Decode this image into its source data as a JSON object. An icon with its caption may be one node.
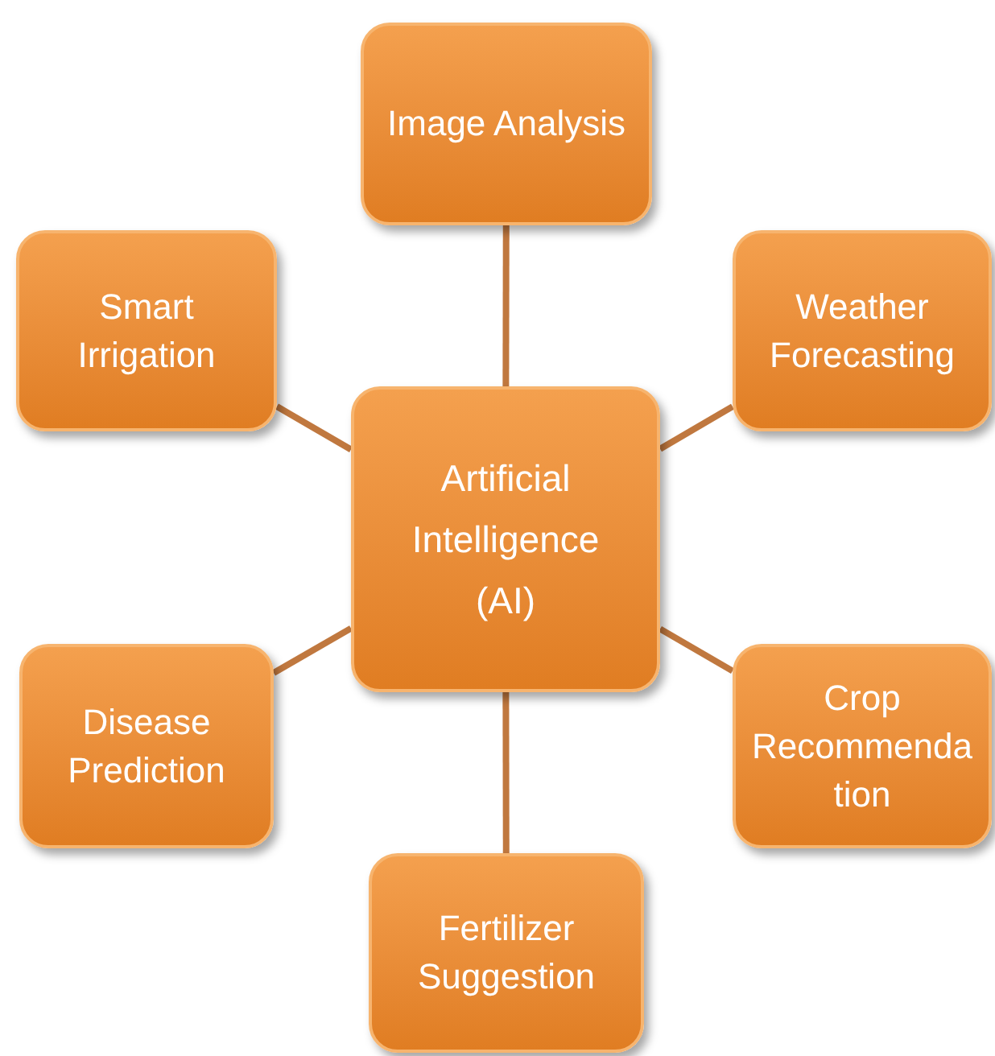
{
  "diagram": {
    "nodes": [
      {
        "text": [
          "Artificial Intelligence (AI)"
        ]
      },
      {
        "text": [
          "Image Analysis"
        ]
      },
      {
        "text": [
          "Smart Irrigation"
        ]
      },
      {
        "text": [
          "Weather Forecasting"
        ]
      },
      {
        "text": [
          "Disease Prediction"
        ]
      },
      {
        "text": [
          "Crop Recommendation"
        ]
      },
      {
        "text": [
          "Fertilizer Suggestion"
        ]
      }
    ],
    "edges": [
      {
        "from": 0,
        "to": 1,
        "arrow": "none"
      },
      {
        "from": 0,
        "to": 2,
        "arrow": "none"
      },
      {
        "from": 0,
        "to": 3,
        "arrow": "none"
      },
      {
        "from": 0,
        "to": 4,
        "arrow": "none"
      },
      {
        "from": 0,
        "to": 5,
        "arrow": "none"
      },
      {
        "from": 0,
        "to": 6,
        "arrow": "none"
      }
    ]
  }
}
